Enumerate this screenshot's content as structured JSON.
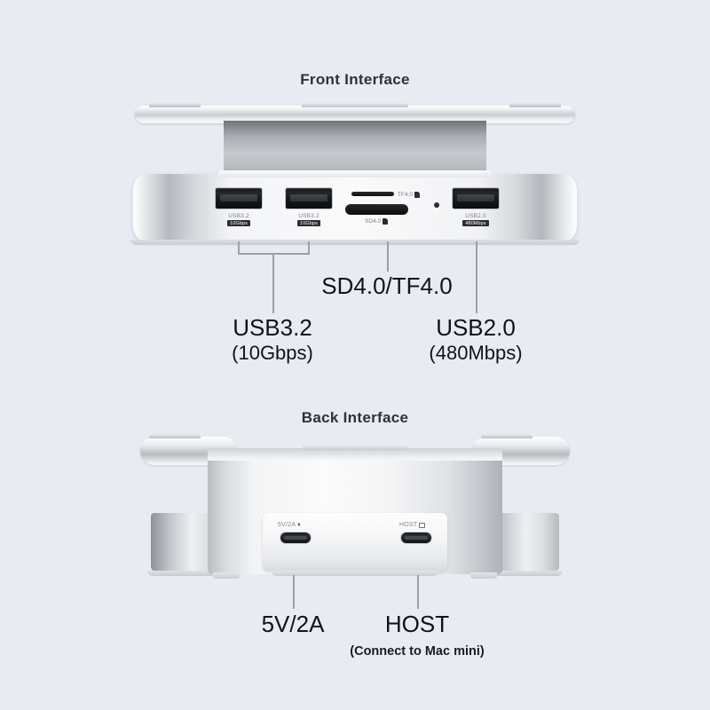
{
  "front": {
    "title": "Front Interface",
    "ports": [
      {
        "name": "USB3.2",
        "speed": "10Gbps"
      },
      {
        "name": "USB3.2",
        "speed": "10Gbps"
      },
      {
        "name": "USB2.0",
        "speed": "480Mbps"
      }
    ],
    "card_slots": [
      {
        "name": "TF4.0",
        "icon": "memory-card-icon"
      },
      {
        "name": "SD4.0",
        "icon": "memory-card-icon"
      }
    ],
    "callouts": [
      {
        "main": "USB3.2",
        "sub": "(10Gbps)"
      },
      {
        "main": "SD4.0/TF4.0",
        "sub": ""
      },
      {
        "main": "USB2.0",
        "sub": "(480Mbps)"
      }
    ]
  },
  "back": {
    "title": "Back Interface",
    "ports": [
      {
        "name": "5V/2A",
        "icon": "lightning-bolt-icon"
      },
      {
        "name": "HOST",
        "icon": "display-icon"
      }
    ],
    "callouts": [
      {
        "main": "5V/2A",
        "note": ""
      },
      {
        "main": "HOST",
        "note": "(Connect to Mac mini)"
      }
    ]
  },
  "colors": {
    "background": "#e9ebf3",
    "text": "#121316",
    "heading": "#2e3138",
    "callout_line": "#9aa0ab",
    "port_dark": "#15171a",
    "badge_bg": "#2b2d30"
  }
}
